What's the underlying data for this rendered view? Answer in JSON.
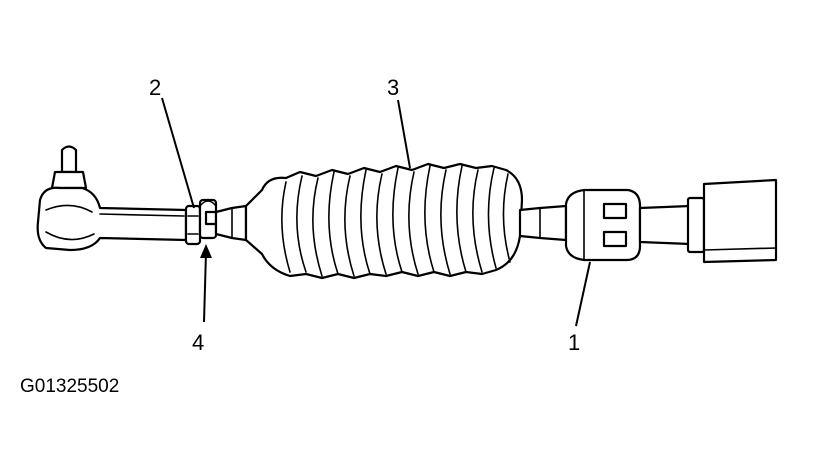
{
  "callouts": {
    "c1": "1",
    "c2": "2",
    "c3": "3",
    "c4": "4"
  },
  "figure_id": "G01325502",
  "colors": {
    "ink": "#000000",
    "background": "#ffffff"
  }
}
